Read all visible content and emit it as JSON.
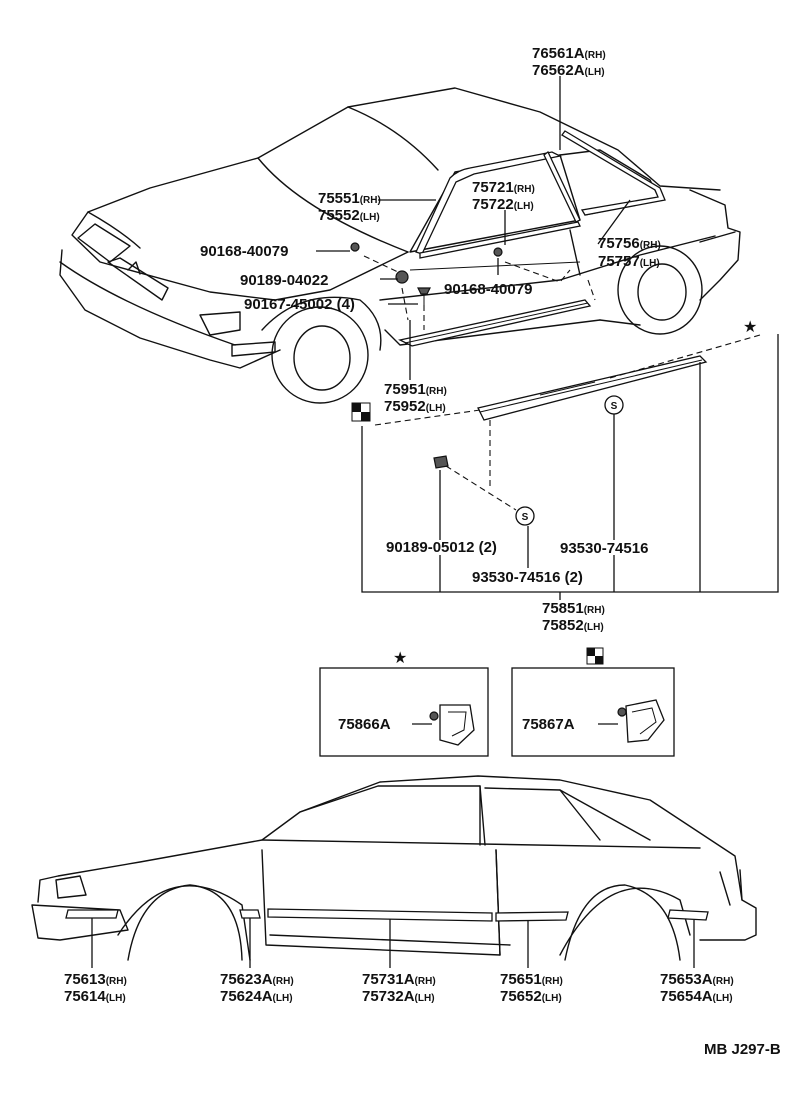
{
  "callouts": [
    {
      "id": "c1",
      "lines": [
        {
          "num": "76561A",
          "sfx": "(RH)"
        },
        {
          "num": "76562A",
          "sfx": "(LH)"
        }
      ]
    },
    {
      "id": "c2",
      "lines": [
        {
          "num": "75551",
          "sfx": "(RH)"
        },
        {
          "num": "75552",
          "sfx": "(LH)"
        }
      ]
    },
    {
      "id": "c3",
      "lines": [
        {
          "num": "75721",
          "sfx": "(RH)"
        },
        {
          "num": "75722",
          "sfx": "(LH)"
        }
      ]
    },
    {
      "id": "c4",
      "lines": [
        {
          "num": "75756",
          "sfx": "(RH)"
        },
        {
          "num": "75757",
          "sfx": "(LH)"
        }
      ]
    },
    {
      "id": "c5",
      "lines": [
        {
          "num": "90168-40079",
          "sfx": ""
        }
      ]
    },
    {
      "id": "c6",
      "lines": [
        {
          "num": "90189-04022",
          "sfx": ""
        }
      ]
    },
    {
      "id": "c7",
      "lines": [
        {
          "num": "90168-40079",
          "sfx": ""
        }
      ]
    },
    {
      "id": "c8",
      "lines": [
        {
          "num": "90167-45002 (4)",
          "sfx": ""
        }
      ]
    },
    {
      "id": "c9",
      "lines": [
        {
          "num": "75951",
          "sfx": "(RH)"
        },
        {
          "num": "75952",
          "sfx": "(LH)"
        }
      ]
    },
    {
      "id": "c10",
      "lines": [
        {
          "num": "90189-05012 (2)",
          "sfx": ""
        }
      ]
    },
    {
      "id": "c11",
      "lines": [
        {
          "num": "93530-74516",
          "sfx": ""
        }
      ]
    },
    {
      "id": "c12",
      "lines": [
        {
          "num": "93530-74516 (2)",
          "sfx": ""
        }
      ]
    },
    {
      "id": "c13",
      "lines": [
        {
          "num": "75851",
          "sfx": "(RH)"
        },
        {
          "num": "75852",
          "sfx": "(LH)"
        }
      ]
    },
    {
      "id": "c14",
      "lines": [
        {
          "num": "75866A",
          "sfx": ""
        }
      ]
    },
    {
      "id": "c15",
      "lines": [
        {
          "num": "75867A",
          "sfx": ""
        }
      ]
    },
    {
      "id": "c16",
      "lines": [
        {
          "num": "75613",
          "sfx": "(RH)"
        },
        {
          "num": "75614",
          "sfx": "(LH)"
        }
      ]
    },
    {
      "id": "c17",
      "lines": [
        {
          "num": "75623A",
          "sfx": "(RH)"
        },
        {
          "num": "75624A",
          "sfx": "(LH)"
        }
      ]
    },
    {
      "id": "c18",
      "lines": [
        {
          "num": "75731A",
          "sfx": "(RH)"
        },
        {
          "num": "75732A",
          "sfx": "(LH)"
        }
      ]
    },
    {
      "id": "c19",
      "lines": [
        {
          "num": "75651",
          "sfx": "(RH)"
        },
        {
          "num": "75652",
          "sfx": "(LH)"
        }
      ]
    },
    {
      "id": "c20",
      "lines": [
        {
          "num": "75653A",
          "sfx": "(RH)"
        },
        {
          "num": "75654A",
          "sfx": "(LH)"
        }
      ]
    }
  ],
  "symbols": {
    "star": "★",
    "screw_mark": "S"
  },
  "drawing_code": "MB J297-B"
}
